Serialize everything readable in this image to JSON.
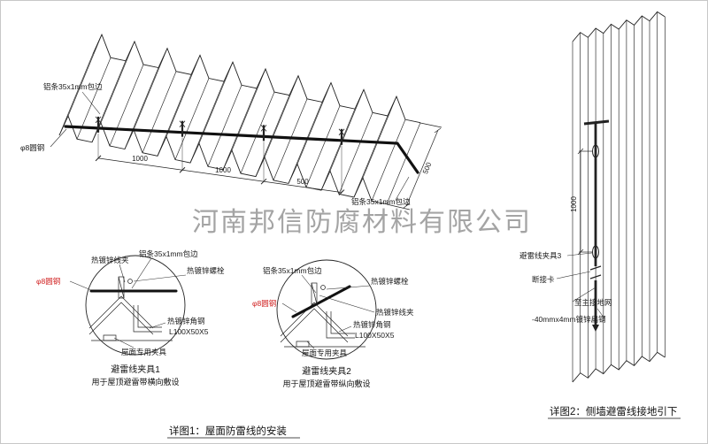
{
  "watermark": "河南邦信防腐材料有限公司",
  "roof": {
    "caption": "详图1：屋面防雷线的安装",
    "labels": {
      "alu_strip_top": "铝条35x1mm包边",
      "alu_strip_right": "铝条35x1mm包边",
      "round_steel": "φ8圆钢"
    },
    "dims": {
      "seg1": "1000",
      "seg2": "1000",
      "seg3": "500",
      "depth": "500"
    }
  },
  "clamp_detail_1": {
    "title": "避雷线夹具1",
    "subtitle": "用于屋顶避雷带横向敷设",
    "labels": {
      "wire_clamp": "热镀锌线夹",
      "alu_strip": "铝条35x1mm包边",
      "bolt": "热镀锌螺栓",
      "round_steel": "φ8圆钢",
      "angle_steel": "热镀锌角钢",
      "angle_spec": "L100X50X5",
      "roof_clamp": "屋面专用夹具"
    }
  },
  "clamp_detail_2": {
    "title": "避雷线夹具2",
    "subtitle": "用于屋顶避雷带纵向敷设",
    "labels": {
      "alu_strip": "铝条35x1mm包边",
      "bolt": "热镀锌螺栓",
      "round_steel": "φ8圆钢",
      "wire_clamp": "热镀锌线夹",
      "angle_steel": "热镀锌角钢",
      "angle_spec": "L100X50X5",
      "roof_clamp": "屋面专用夹具"
    }
  },
  "wall": {
    "caption": "详图2：侧墙避雷线接地引下",
    "labels": {
      "clamp3": "避雷线夹具3",
      "disconnect": "断接卡",
      "to_ground": "至主接地网",
      "flat_steel": "-40mmx4mm镀锌扁钢"
    },
    "dims": {
      "spacing": "1000"
    }
  },
  "colors": {
    "line": "#222222",
    "red_label": "#d02020",
    "watermark": "#9b9b9b",
    "background": "#ffffff"
  }
}
